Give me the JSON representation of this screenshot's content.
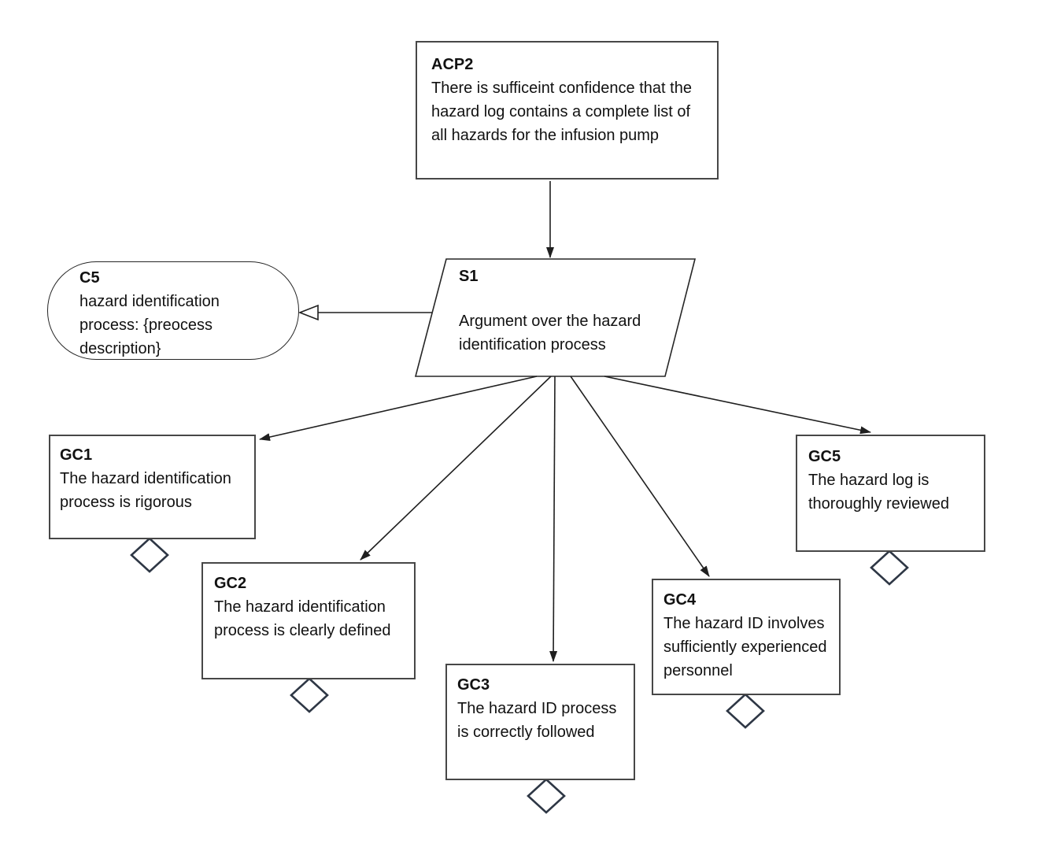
{
  "colors": {
    "background": "#ffffff",
    "line": "#1f1f1f",
    "box_border": "#474747",
    "thin_border": "#262626",
    "diamond": "#2e3745",
    "text": "#111111"
  },
  "nodes": {
    "acp2": {
      "id": "ACP2",
      "shape": "rectangle",
      "text": "There is sufficeint confidence that the\nhazard log contains a complete list of\nall hazards for the infusion pump"
    },
    "s1": {
      "id": "S1",
      "shape": "parallelogram",
      "text": "Argument over the hazard\nidentification process"
    },
    "c5": {
      "id": "C5",
      "shape": "rounded",
      "text": "hazard identification\nprocess: {preocess\ndescription}"
    },
    "gc1": {
      "id": "GC1",
      "shape": "rectangle",
      "undeveloped": true,
      "text": "The hazard identification\nprocess is rigorous"
    },
    "gc2": {
      "id": "GC2",
      "shape": "rectangle",
      "undeveloped": true,
      "text": "The hazard identification\nprocess is clearly defined"
    },
    "gc3": {
      "id": "GC3",
      "shape": "rectangle",
      "undeveloped": true,
      "text": "The hazard ID process\nis correctly followed"
    },
    "gc4": {
      "id": "GC4",
      "shape": "rectangle",
      "undeveloped": true,
      "text": "The hazard ID involves\nsufficiently experienced\npersonnel"
    },
    "gc5": {
      "id": "GC5",
      "shape": "rectangle",
      "undeveloped": true,
      "text": "The hazard log is\nthoroughly reviewed"
    }
  }
}
